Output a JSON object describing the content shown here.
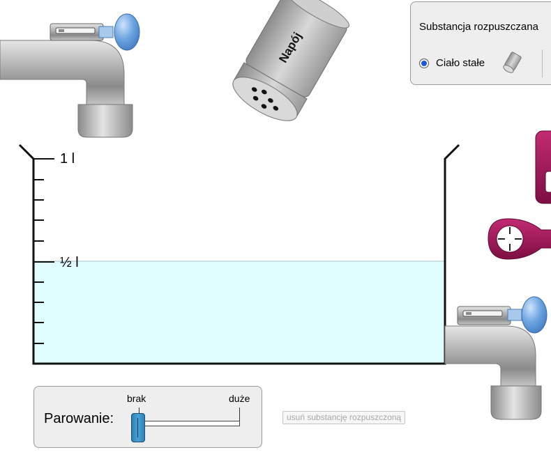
{
  "shaker": {
    "label": "Napój"
  },
  "solute_panel": {
    "title": "Substancja rozpuszczana",
    "options": [
      {
        "label": "Ciało stałe",
        "selected": true
      }
    ]
  },
  "beaker": {
    "ticks": {
      "full": "1 l",
      "half": "½ l"
    },
    "water_level_fraction": 0.5
  },
  "evaporation": {
    "label": "Parowanie:",
    "min_label": "brak",
    "max_label": "duże",
    "value_fraction": 0.0
  },
  "remove_solute_button": {
    "label": "usuń substancję rozpuszczoną",
    "enabled": false
  },
  "colors": {
    "water": "#e0fdff",
    "faucet_knob": "#5b95d6",
    "meter_magenta": "#9b1453",
    "slider_thumb": "#3b8fc7"
  }
}
